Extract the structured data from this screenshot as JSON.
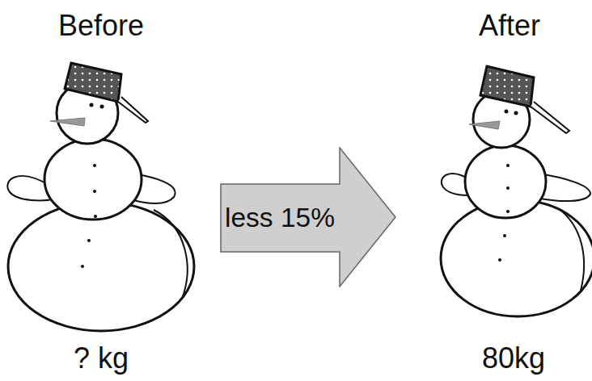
{
  "diagram": {
    "nodes": [
      {
        "text": [
          "less 15%"
        ]
      }
    ],
    "labels": [
      "Before",
      "After",
      "? kg",
      "80kg"
    ]
  }
}
